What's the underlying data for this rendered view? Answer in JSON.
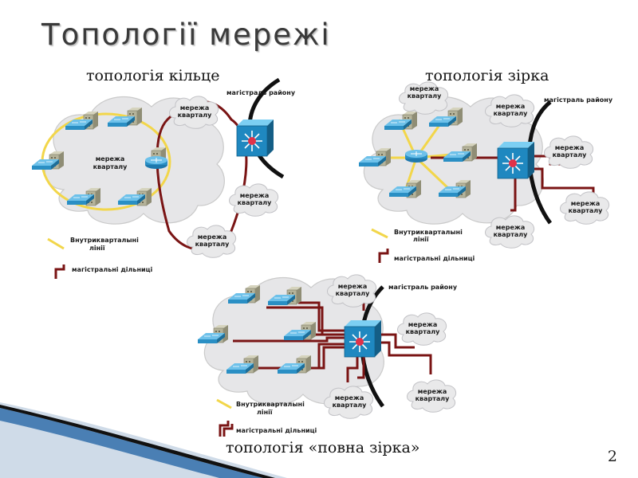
{
  "slide": {
    "title": "Топології мережі",
    "page_number": "2"
  },
  "captions": {
    "ring": "топологія кільце",
    "star": "топологія зірка",
    "full_star": "топологія «повна зірка»"
  },
  "ring_diagram": {
    "cloud_big": [
      "мережа",
      "кварталу"
    ],
    "cloud_top": [
      "мережа",
      "кварталу"
    ],
    "cloud_right": [
      "мережа",
      "кварталу"
    ],
    "cloud_bottom": [
      "мережа",
      "кварталу"
    ],
    "backbone": "магістраль району",
    "legend_intra": [
      "Внутрикварталыні",
      "лінії"
    ],
    "legend_trunk": "магістральні дільниці"
  },
  "star_diagram": {
    "cloud_topleft": [
      "мережа",
      "кварталу"
    ],
    "cloud_top": [
      "мережа",
      "кварталу"
    ],
    "cloud_right": [
      "мережа",
      "кварталу"
    ],
    "cloud_right2": [
      "мережа",
      "кварталу"
    ],
    "cloud_bottom": [
      "мережа",
      "кварталу"
    ],
    "backbone": "магістраль району",
    "legend_intra": [
      "Внутрикварталыні",
      "лінії"
    ],
    "legend_trunk": "магістральні дільниці"
  },
  "fullstar_diagram": {
    "cloud_top": [
      "мережа",
      "кварталу"
    ],
    "cloud_right": [
      "мережа",
      "кварталу"
    ],
    "cloud_bottom": [
      "мережа",
      "кварталу"
    ],
    "cloud_bottomright": [
      "мережа",
      "кварталу"
    ],
    "backbone": "магістраль району",
    "legend_intra": [
      "Внутрикварталыні",
      "лінії"
    ],
    "legend_trunk": "магістральні дільниці"
  },
  "colors": {
    "trunk": "#7a1414",
    "intra": "#f2d64a",
    "backbone": "#111111",
    "switch": "#2a8fc4",
    "building": "#b5b39a",
    "cloud": "#e9e9ea",
    "accent_dark": "#111111",
    "accent_blue": "#4a7fb4"
  }
}
